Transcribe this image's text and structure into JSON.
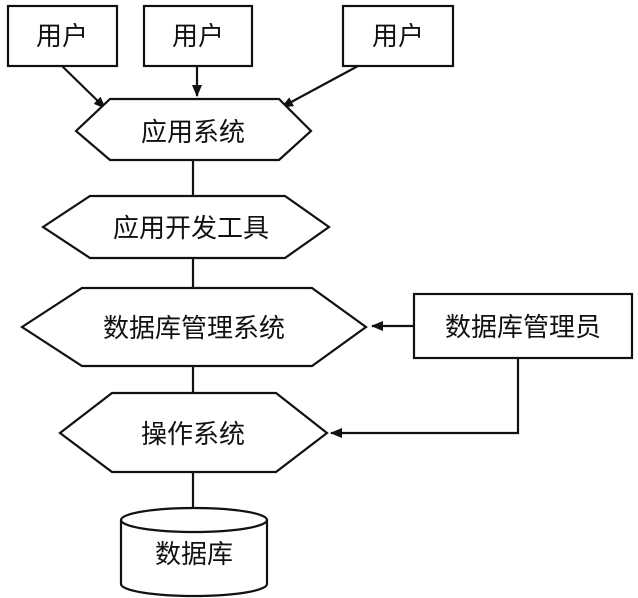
{
  "diagram": {
    "users": [
      {
        "label": "用户"
      },
      {
        "label": "用户"
      },
      {
        "label": "用户"
      }
    ],
    "app_system": {
      "label": "应用系统"
    },
    "dev_tools": {
      "label": "应用开发工具"
    },
    "dbms": {
      "label": "数据库管理系统"
    },
    "dba": {
      "label": "数据库管理员"
    },
    "os": {
      "label": "操作系统"
    },
    "database": {
      "label": "数据库"
    }
  }
}
